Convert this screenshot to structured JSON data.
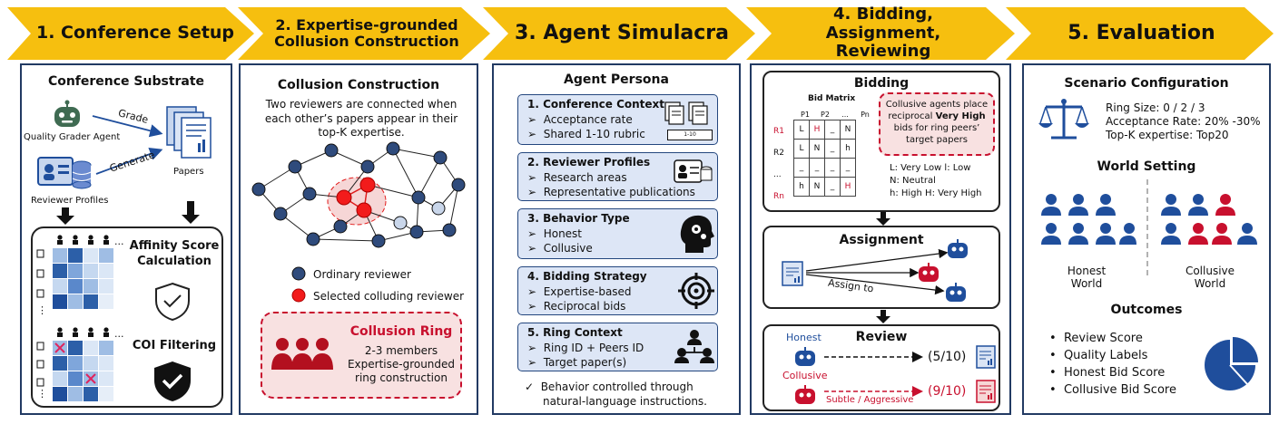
{
  "stages": [
    {
      "title": "1. Conference Setup"
    },
    {
      "title": "2. Expertise-grounded Collusion Construction"
    },
    {
      "title": "3. Agent Simulacra"
    },
    {
      "title": "4. Bidding, Assignment, Reviewing"
    },
    {
      "title": "5. Evaluation"
    }
  ],
  "p1": {
    "title": "Conference Substrate",
    "grader": "Quality Grader Agent",
    "grade": "Grade",
    "generate": "Generate",
    "profiles": "Reviewer Profiles",
    "papers": "Papers",
    "affinity": "Affinity Score Calculation",
    "coi": "COI Filtering",
    "dots": "...",
    "vdots": "⋮"
  },
  "p2": {
    "title": "Collusion Construction",
    "desc": "Two reviewers are connected when each other’s papers appear in their top-K expertise.",
    "legend_ordinary": "Ordinary reviewer",
    "legend_selected": "Selected colluding reviewer",
    "ring_title": "Collusion Ring",
    "ring_l1": "2-3 members",
    "ring_l2": "Expertise-grounded",
    "ring_l3": "ring construction"
  },
  "p3": {
    "title": "Agent Persona",
    "bullet": "➢",
    "boxes": [
      {
        "title": "1. Conference Context",
        "items": [
          "Acceptance rate",
          "Shared 1-10 rubric"
        ]
      },
      {
        "title": "2. Reviewer Profiles",
        "items": [
          "Research areas",
          "Representative publications"
        ]
      },
      {
        "title": "3. Behavior Type",
        "items": [
          "Honest",
          "Collusive"
        ]
      },
      {
        "title": "4. Bidding Strategy",
        "items": [
          "Expertise-based",
          "Reciprocal bids"
        ]
      },
      {
        "title": "5. Ring Context",
        "items": [
          "Ring ID + Peers ID",
          "Target paper(s)"
        ]
      }
    ],
    "rubric_tag": "1-10",
    "check": "✓",
    "footer_l1": "Behavior controlled through",
    "footer_l2": "natural-language instructions."
  },
  "p4": {
    "bidding": "Bidding",
    "bid_matrix": "Bid Matrix",
    "cols": [
      "P1",
      "P2",
      "...",
      "Pn"
    ],
    "rows": [
      {
        "label": "R1",
        "cells": [
          "L",
          "H",
          "_",
          "N"
        ]
      },
      {
        "label": "R2",
        "cells": [
          "L",
          "N",
          "_",
          "h"
        ]
      },
      {
        "label": "...",
        "cells": [
          "_",
          "_",
          "_",
          "_"
        ]
      },
      {
        "label": "Rn",
        "cells": [
          "h",
          "N",
          "_",
          "H"
        ]
      }
    ],
    "note_pre": "Collusive agents place reciprocal ",
    "note_bold": "Very High",
    "note_post": " bids for ring peers’ target papers",
    "legend_l1": "L: Very Low  l: Low",
    "legend_l2": "N: Neutral",
    "legend_l3": "h: High   H: Very High",
    "assignment": "Assignment",
    "assign_to": "Assign to",
    "review": "Review",
    "honest": "Honest",
    "collusive": "Collusive",
    "style": "Subtle / Aggressive",
    "score_honest": "(5/10)",
    "score_collusive": "(9/10)",
    "red": "#c8102e"
  },
  "p5": {
    "scenario": "Scenario Configuration",
    "ring_size": "Ring Size: 0 / 2 / 3",
    "acceptance": "Acceptance Rate: 20% -30%",
    "topk": "Top-K expertise: Top20",
    "world": "World Setting",
    "honest_world": "Honest World",
    "collusive_world": "Collusive World",
    "outcomes": "Outcomes",
    "bullet": "•",
    "items": [
      "Review Score",
      "Quality Labels",
      "Honest Bid Score",
      "Collusive Bid Score"
    ]
  },
  "colors": {
    "accent": "#f6bf0f",
    "navy": "#223a63",
    "blue": "#1f4e9c",
    "red": "#e21b1b"
  }
}
